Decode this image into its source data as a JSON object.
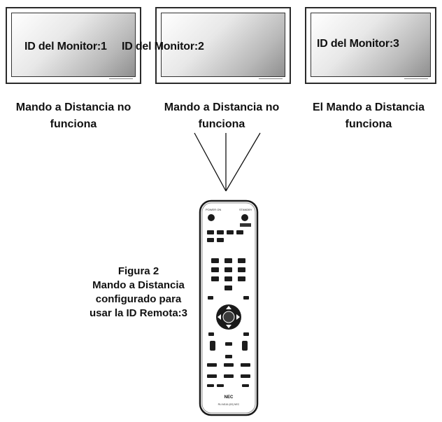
{
  "monitors": [
    {
      "label": "ID del Monitor:1",
      "caption_line1": "Mando a Distancia no",
      "caption_line2": "funciona"
    },
    {
      "label": "ID del Monitor:2",
      "caption_line1": "Mando a Distancia no",
      "caption_line2": "funciona"
    },
    {
      "label": "ID del Monitor:3",
      "caption_line1": "El Mando a Distancia",
      "caption_line2": "funciona"
    }
  ],
  "figure": {
    "title": "Figura 2",
    "line1": "Mando a Distancia",
    "line2": "configurado para",
    "line3": "usar la ID Remota:3"
  },
  "remote": {
    "brand": "NEC",
    "model_text": "RU-M116 (6S) NEC",
    "power_label": "POWER ON",
    "standby_label": "STANDBY"
  }
}
